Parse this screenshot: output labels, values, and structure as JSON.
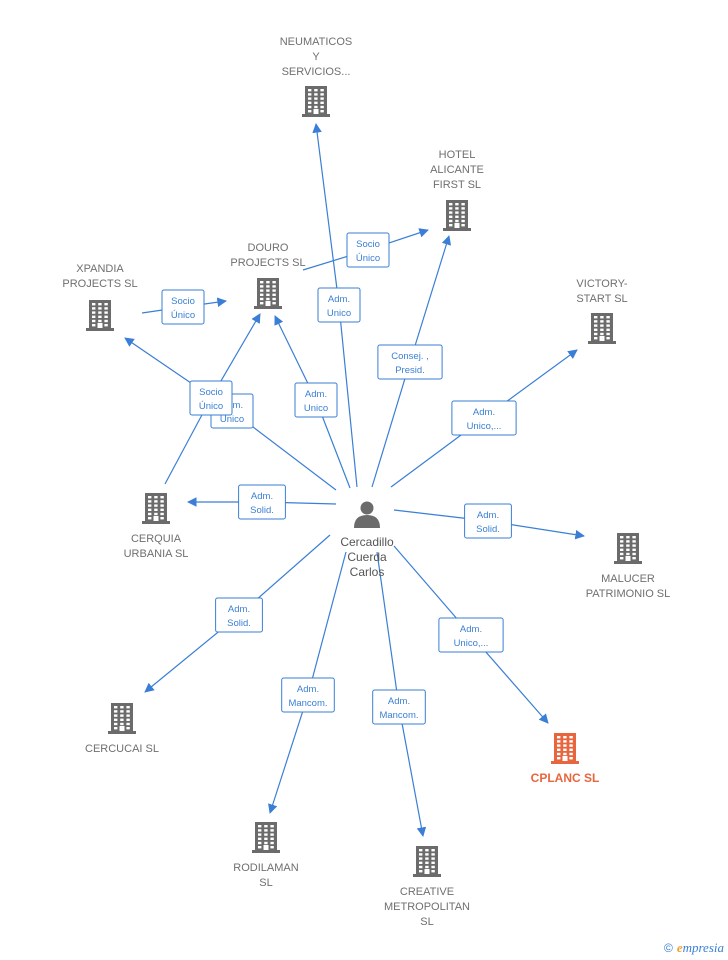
{
  "person": {
    "name_lines": [
      "Cercadillo",
      "Cuerda",
      "Carlos"
    ],
    "icon": "person-icon"
  },
  "companies": [
    {
      "id": "neumaticos",
      "label_lines": [
        "NEUMATICOS",
        "Y",
        "SERVICIOS..."
      ],
      "icon": "building-icon"
    },
    {
      "id": "hotel",
      "label_lines": [
        "HOTEL",
        "ALICANTE",
        "FIRST  SL"
      ],
      "icon": "building-icon"
    },
    {
      "id": "douro",
      "label_lines": [
        "DOURO",
        "PROJECTS  SL"
      ],
      "icon": "building-icon"
    },
    {
      "id": "xpandia",
      "label_lines": [
        "XPANDIA",
        "PROJECTS  SL"
      ],
      "icon": "building-icon"
    },
    {
      "id": "victory",
      "label_lines": [
        "VICTORY-",
        "START  SL"
      ],
      "icon": "building-icon"
    },
    {
      "id": "cerquia",
      "label_lines": [
        "CERQUIA",
        "URBANIA SL"
      ],
      "icon": "building-icon"
    },
    {
      "id": "malucer",
      "label_lines": [
        "MALUCER",
        "PATRIMONIO SL"
      ],
      "icon": "building-icon"
    },
    {
      "id": "cercucai",
      "label_lines": [
        "CERCUCAI SL"
      ],
      "icon": "building-icon"
    },
    {
      "id": "cplanc",
      "label_lines": [
        "CPLANC  SL"
      ],
      "icon": "building-icon",
      "highlight": true
    },
    {
      "id": "rodilaman",
      "label_lines": [
        "RODILAMAN",
        "SL"
      ],
      "icon": "building-icon"
    },
    {
      "id": "creative",
      "label_lines": [
        "CREATIVE",
        "METROPOLITAN",
        "SL"
      ],
      "icon": "building-icon"
    }
  ],
  "relations": [
    {
      "id": "r-neumaticos",
      "label_lines": [
        "Adm.",
        "Unico"
      ]
    },
    {
      "id": "r-hotel-douro",
      "label_lines": [
        "Socio",
        "Único"
      ]
    },
    {
      "id": "r-hotel",
      "label_lines": [
        "Consej. ,",
        "Presid."
      ]
    },
    {
      "id": "r-xpandia-douro",
      "label_lines": [
        "Socio",
        "Único"
      ]
    },
    {
      "id": "r-douro",
      "label_lines": [
        "Adm.",
        "Unico"
      ]
    },
    {
      "id": "r-xpandia-hidden",
      "label_lines": [
        "Adm.",
        "Unico"
      ]
    },
    {
      "id": "r-cerquia-douro",
      "label_lines": [
        "Socio",
        "Único"
      ]
    },
    {
      "id": "r-victory",
      "label_lines": [
        "Adm.",
        "Unico,..."
      ]
    },
    {
      "id": "r-cerquia",
      "label_lines": [
        "Adm.",
        "Solid."
      ]
    },
    {
      "id": "r-malucer",
      "label_lines": [
        "Adm.",
        "Solid."
      ]
    },
    {
      "id": "r-cercucai",
      "label_lines": [
        "Adm.",
        "Solid."
      ]
    },
    {
      "id": "r-cplanc",
      "label_lines": [
        "Adm.",
        "Unico,..."
      ]
    },
    {
      "id": "r-rodilaman",
      "label_lines": [
        "Adm.",
        "Mancom."
      ]
    },
    {
      "id": "r-creative",
      "label_lines": [
        "Adm.",
        "Mancom."
      ]
    }
  ],
  "colors": {
    "edge": "#3a7fd5",
    "node": "#6b6b6b",
    "highlight": "#e8663e"
  },
  "brand": {
    "copyright": "©",
    "initial": "e",
    "rest": "mpresia"
  }
}
